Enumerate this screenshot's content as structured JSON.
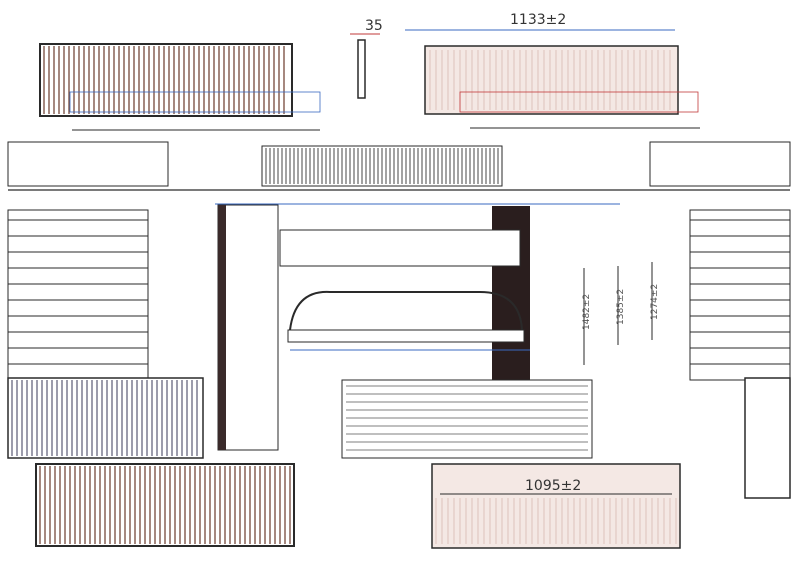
{
  "dimensions": {
    "top_gap": "35",
    "top_width": "1133±2",
    "bottom_width": "1095±2"
  },
  "side_labels": [
    "1482±2",
    "1385±2",
    "1274±2"
  ],
  "colors": {
    "line": "#2a2a2a",
    "hatch": "#6a3a2a",
    "frame_fill": "#f4e8e4",
    "red_line": "#c23a3a",
    "blue_line": "#3a6ac2"
  }
}
